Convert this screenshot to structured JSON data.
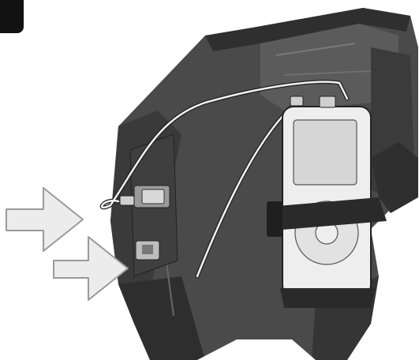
{
  "illustration": {
    "step_number": "",
    "colors": {
      "backrest": "#4a4a4a",
      "backrest_dark": "#2f2f2f",
      "backrest_light": "#6a6a6a",
      "frame": "#5a5a5a",
      "arrow_fill": "#ececec",
      "arrow_stroke": "#9a9a9a",
      "device_fill": "#eeeeee",
      "cable": "#f2f2f2",
      "strap": "#2a2a2a"
    },
    "icons": [
      "pointer-arrow",
      "pointer-arrow",
      "media-player-device",
      "usb-connector",
      "cable-plug"
    ]
  }
}
